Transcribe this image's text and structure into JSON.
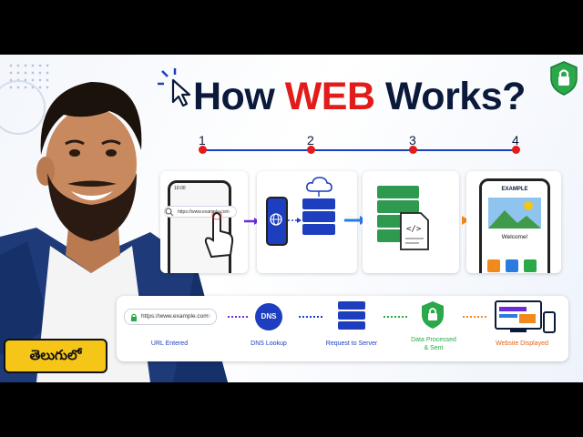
{
  "title": {
    "prefix": "How ",
    "accent": "WEB",
    "suffix": " Works?"
  },
  "steps": [
    "1",
    "2",
    "3",
    "4"
  ],
  "panel1": {
    "time": "10:00",
    "url": "https://www.example.com"
  },
  "panel4": {
    "brand": "EXAMPLE",
    "welcome": "Welcome!"
  },
  "flow": {
    "url": "https://www.example.com",
    "dns": "DNS",
    "captions": [
      "URL Entered",
      "DNS Lookup",
      "Request to Server",
      "Data Processed\n& Sent",
      "Website Displayed"
    ]
  },
  "badge": "తెలుగులో",
  "colors": {
    "accent": "#e21b1b",
    "navy": "#0b1a3b",
    "blue": "#1d3fbf",
    "green": "#2aa84a",
    "orange": "#f08a1c",
    "purple": "#6a2bd8"
  }
}
